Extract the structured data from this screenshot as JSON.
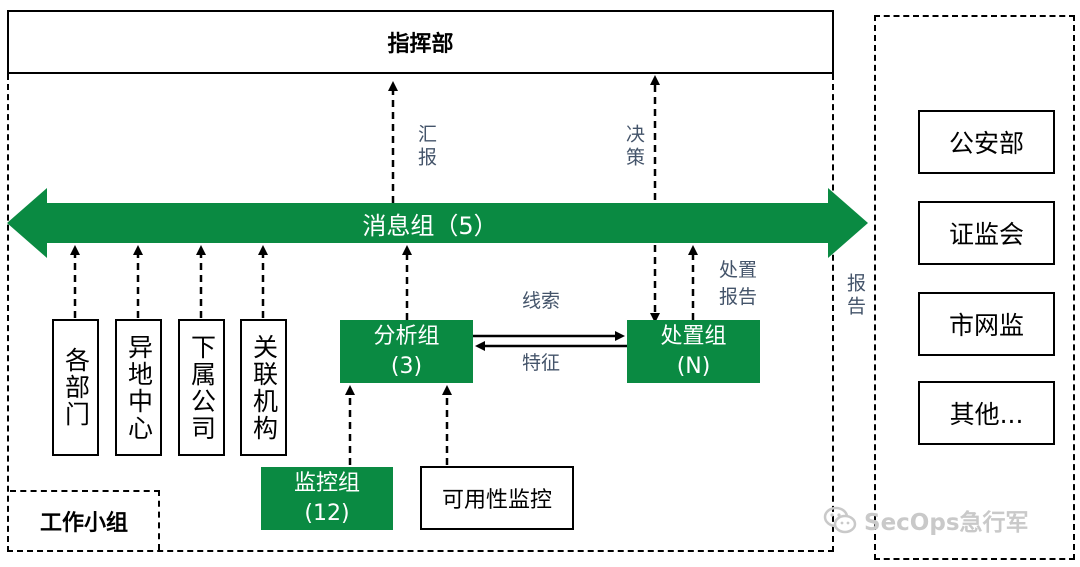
{
  "command": {
    "label": "指挥部"
  },
  "workgroup": {
    "label": "工作小组"
  },
  "message_group": {
    "label": "消息组（5）"
  },
  "sources": [
    {
      "label": "各部门"
    },
    {
      "label": "异地中心"
    },
    {
      "label": "下属公司"
    },
    {
      "label": "关联机构"
    }
  ],
  "analysis": {
    "line1": "分析组",
    "line2": "(3)"
  },
  "disposal": {
    "line1": "处置组",
    "line2": "(N)"
  },
  "monitor": {
    "line1": "监控组",
    "line2": "(12)"
  },
  "availability": {
    "label": "可用性监控"
  },
  "notes": {
    "summary": "汇报",
    "decision": "决策",
    "disposal_report": "处置报告",
    "report": "报告",
    "clue": "线索",
    "feature": "特征"
  },
  "external": [
    {
      "label": "公安部"
    },
    {
      "label": "证监会"
    },
    {
      "label": "市网监"
    },
    {
      "label": "其他..."
    }
  ],
  "watermark": {
    "label": "SecOps急行军"
  },
  "colors": {
    "green": "#0a8a42",
    "note": "#44546a"
  }
}
